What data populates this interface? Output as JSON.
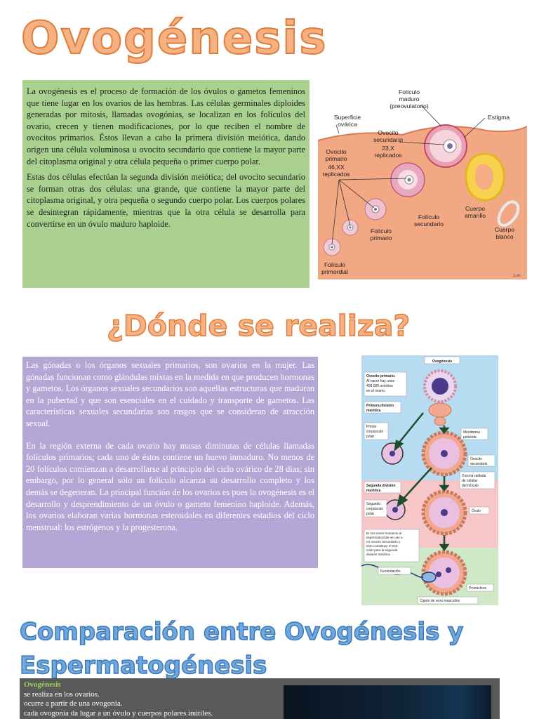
{
  "titles": {
    "main": "Ovogénesis",
    "where": "¿Dónde se realiza?",
    "compare_line1": "Comparación entre Ovogénesis y",
    "compare_line2": "Espermatogénesis"
  },
  "intro": {
    "p1": "La ovogénesis es el proceso de formación de los óvulos o gametos femeninos que tiene lugar en los ovarios de las hembras. Las células germinales diploides generadas por mitosis, llamadas ovogónias, se localizan en los folículos del ovario, crecen y tienen modificaciones, por lo que reciben el nombre de ovocitos primarios. Éstos llevan a cabo la primera división meiótica, dando origen una célula voluminosa u ovocito secundario que contiene la mayor parte del citoplasma original y otra célula pequeña o primer cuerpo polar.",
    "p2": "Estas dos células efectúan la segunda división meiótica; del ovocito secundario se forman otras dos células: una grande, que contiene la mayor parte del citoplasma original, y otra pequeña o segundo cuerpo polar. Los cuerpos polares se desintegran rápidamente, mientras que la otra célula se desarrolla para convertirse en un óvulo maduro haploide."
  },
  "where": {
    "p1": "Las gónadas o los órganos sexuales primarios, son ovarios en la mujer. Las gónadas funcionan como glándulas mixtas en la medida en que producen hormonas y gametos. Los órganos sexuales secundarios son aquellas estructuras que maduran en la pubertad y que son esenciales en el cuidado y transporte de gametos. Las características sexuales secundarias son rasgos que se consideran de atracción sexual.",
    "p2": "En la región externa de cada ovario hay masas diminutas de células llamadas folículos primarios; cada uno de éstos contiene un huevo inmaduro. No menos de 20 folículos comienzan a desarrollarse al principio del ciclo ovárico de 28 días; sin embargo, por lo general sólo un folículo alcanza su desarrollo completo y los demás se degeneran. La principal función de los ovarios es pues la ovogénesis es el desarrollo y desprendimiento de un óvulo o gameto femenino haploide. Además, los ovarios elaboran varias hormonas esteroidales en diferentes estadios del ciclo menstrual: los estrógenos y la progesterona."
  },
  "ovary_figure": {
    "folicular_maduro": [
      "Folículo",
      "maduro",
      "(preovulatorio)"
    ],
    "estigma": "Estigma",
    "superficie": [
      "Superficie",
      "ovárica"
    ],
    "ovocito_secundario": [
      "Ovocito",
      "secundario",
      "23,X",
      "replicados"
    ],
    "ovocito_primario": [
      "Ovocito",
      "primario",
      "46,XX",
      "replicados"
    ],
    "foliculo_secundario": [
      "Folículo",
      "secundario"
    ],
    "foliculo_primario": [
      "Folículo",
      "primario"
    ],
    "foliculo_primordial": [
      "Folículo",
      "primordial"
    ],
    "cuerpo_amarillo": [
      "Cuerpo",
      "amarillo"
    ],
    "cuerpo_blanco": [
      "Cuerpo",
      "blanco"
    ],
    "signature": "S.Ah"
  },
  "oogenesis_figure": {
    "title": "Ovogénesis",
    "ovocito_primario": [
      "Ovocito primario.",
      "Al nacer hay unos",
      "400 000 ovocitos",
      "en el ovario."
    ],
    "primera_division": [
      "Primera división",
      "meiótica"
    ],
    "primer_corpusculo": [
      "Primer",
      "corpúsculo",
      "polar"
    ],
    "membrana": [
      "Membrana",
      "pelúcida"
    ],
    "ovocito_secundario": [
      "Ovocito",
      "secundario"
    ],
    "corona": [
      "Corona radiada",
      "de células",
      "del folículo"
    ],
    "segunda_division": [
      "Segunda división",
      "meiótica"
    ],
    "segundo_corpusculo": [
      "Segundo",
      "corpúsculo",
      "polar"
    ],
    "ovulo": "Óvulo",
    "note": [
      "En los seres humanos el",
      "espermatozoide se une a",
      "un ovocito secundario y",
      "esto constituye el estí-",
      "mulo para la segunda",
      "división meiótica"
    ],
    "fecundacion": "Fecundación",
    "pronucleos": "Pronúcleos",
    "cigoto": "Cigoto de sexo masculino"
  },
  "comparison": {
    "heading": "Ovogénesis",
    "line1": "se realiza en los ovarios.",
    "line2": "ocurre a partir de una ovogonia.",
    "line3": "cada ovogonia da lugar a un óvulo y  cuerpos polares inútiles."
  },
  "colors": {
    "title_orange": "#f6b183",
    "title_blue": "#6fa8dc",
    "green_box": "#a9d08e",
    "purple_box": "#b4a7d6",
    "comparison_box": "#595959"
  }
}
